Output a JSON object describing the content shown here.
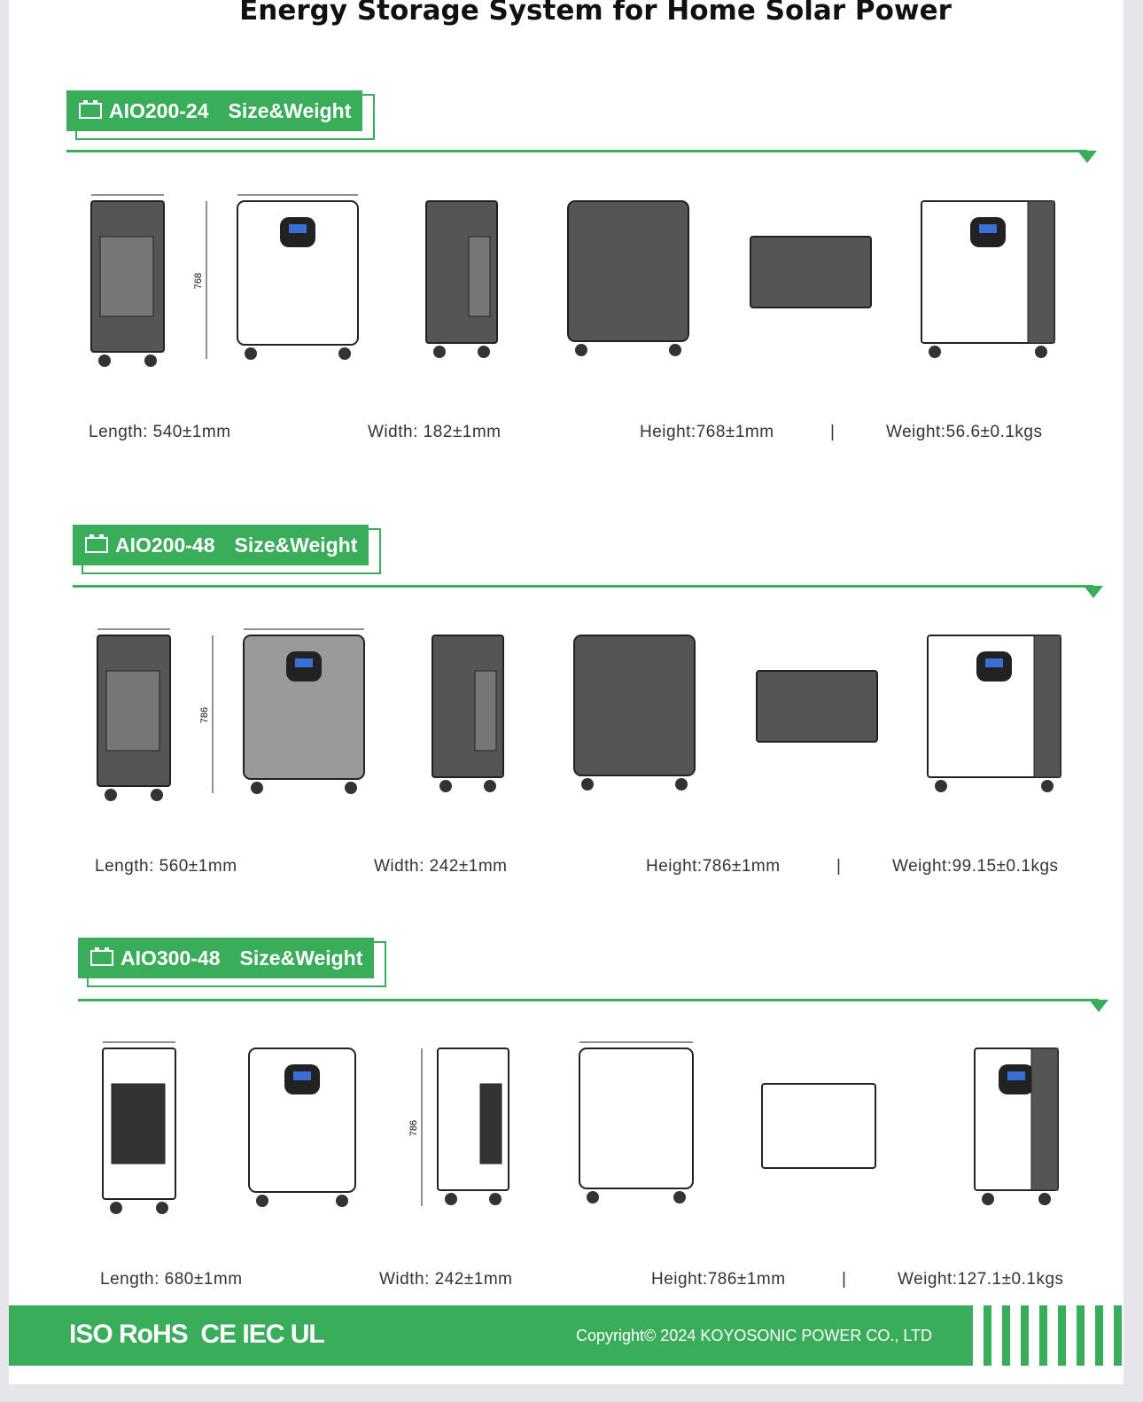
{
  "title": "Energy Storage System for Home Solar Power",
  "sections": [
    {
      "model": "AIO200-24",
      "heading": "Size&Weight",
      "dims": {
        "width": "182",
        "length": "540",
        "height": "768"
      },
      "length": "Length: 540±1mm",
      "width": "Width: 182±1mm",
      "height": "Height:768±1mm",
      "sep": "|",
      "weight": "Weight:56.6±0.1kgs"
    },
    {
      "model": "AIO200-48",
      "heading": "Size&Weight",
      "dims": {
        "width": "242",
        "length": "560",
        "height": "786"
      },
      "length": "Length: 560±1mm",
      "width": "Width: 242±1mm",
      "height": "Height:786±1mm",
      "sep": "|",
      "weight": "Weight:99.15±0.1kgs"
    },
    {
      "model": "AIO300-48",
      "heading": "Size&Weight",
      "dims": {
        "width": "242",
        "length": "680",
        "height": "786"
      },
      "length": "Length: 680±1mm",
      "width": "Width: 242±1mm",
      "height": "Height:786±1mm",
      "sep": "|",
      "weight": "Weight:127.1±0.1kgs"
    }
  ],
  "footer": {
    "certifications": "ISO RoHS CE IEC UL",
    "copyright": "Copyright© 2024 KOYOSONIC POWER CO., LTD"
  },
  "colors": {
    "brand_green": "#3aad5a",
    "device_dark": "#555555"
  }
}
